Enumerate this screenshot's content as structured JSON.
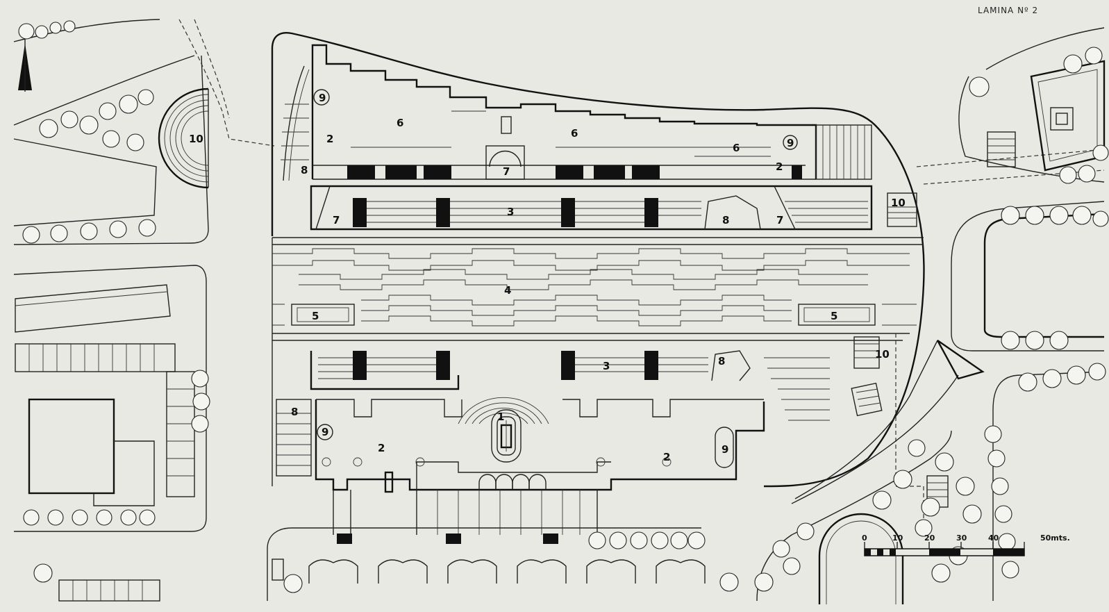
{
  "sheet_title": "LAMINA  Nº 2",
  "scale_bar": {
    "ticks": [
      "0",
      "10",
      "20",
      "30",
      "40"
    ],
    "unit_label": "50mts."
  },
  "labels": {
    "l1": "1",
    "l2": "2",
    "l3": "3",
    "l4": "4",
    "l5": "5",
    "l6": "6",
    "l7": "7",
    "l8": "8",
    "l9": "9",
    "l10": "10"
  },
  "north_arrow": "north-arrow-icon",
  "colors": {
    "paper": "#e9e9e4",
    "ink": "#111111"
  }
}
